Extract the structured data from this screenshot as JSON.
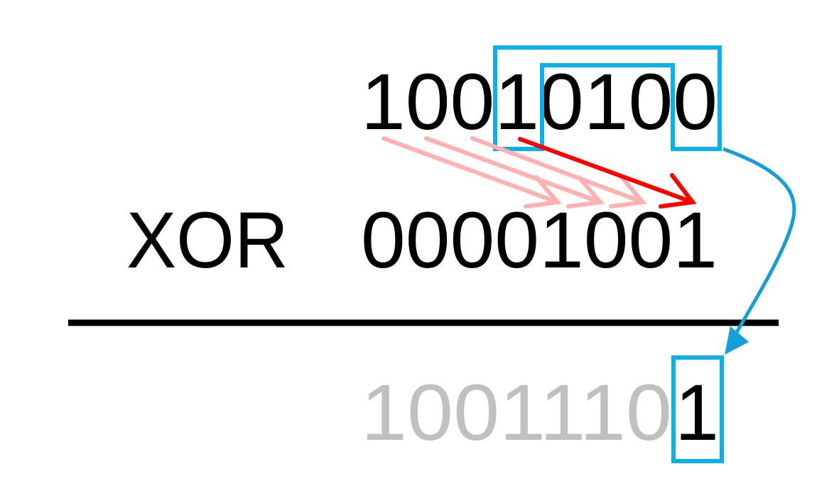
{
  "operand_a": "10010100",
  "operator": "XOR",
  "operand_b": "00001001",
  "result_prefix": "1001110",
  "result_highlight": "1",
  "colors": {
    "highlight_box": "#0ab0e8",
    "shift_arrow": "#ff0000",
    "shift_arrow_faded": "#ffb0b0",
    "carry_arrow": "#159fd6",
    "result_faded": "#c0c0c0"
  }
}
